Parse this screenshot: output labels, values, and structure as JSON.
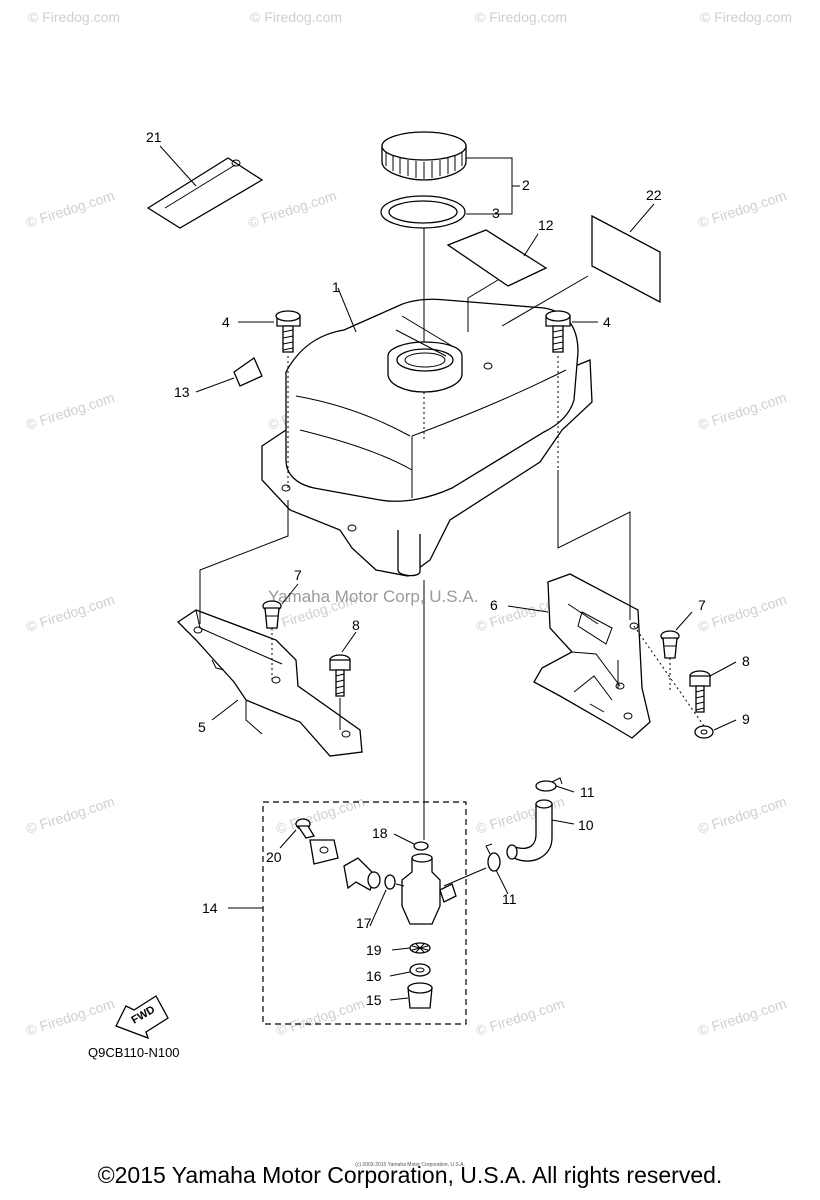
{
  "callouts": {
    "c1": "1",
    "c2": "2",
    "c3": "3",
    "c4a": "4",
    "c4b": "4",
    "c5": "5",
    "c6": "6",
    "c7a": "7",
    "c7b": "7",
    "c8a": "8",
    "c8b": "8",
    "c9": "9",
    "c10": "10",
    "c11a": "11",
    "c11b": "11",
    "c12": "12",
    "c13": "13",
    "c14": "14",
    "c15": "15",
    "c16": "16",
    "c17": "17",
    "c18": "18",
    "c19": "19",
    "c20": "20",
    "c21": "21",
    "c22": "22"
  },
  "watermark": {
    "text": "© Firedog.com",
    "center": "Yamaha Motor Corp, U.S.A."
  },
  "fwd_label": "FWD",
  "reference_code": "Q9CB110-N100",
  "tiny_note": "(c) 2003-2015 Yamaha Motor Corporation, U.S.A.",
  "copyright": "©2015 Yamaha Motor Corporation, U.S.A. All rights reserved."
}
